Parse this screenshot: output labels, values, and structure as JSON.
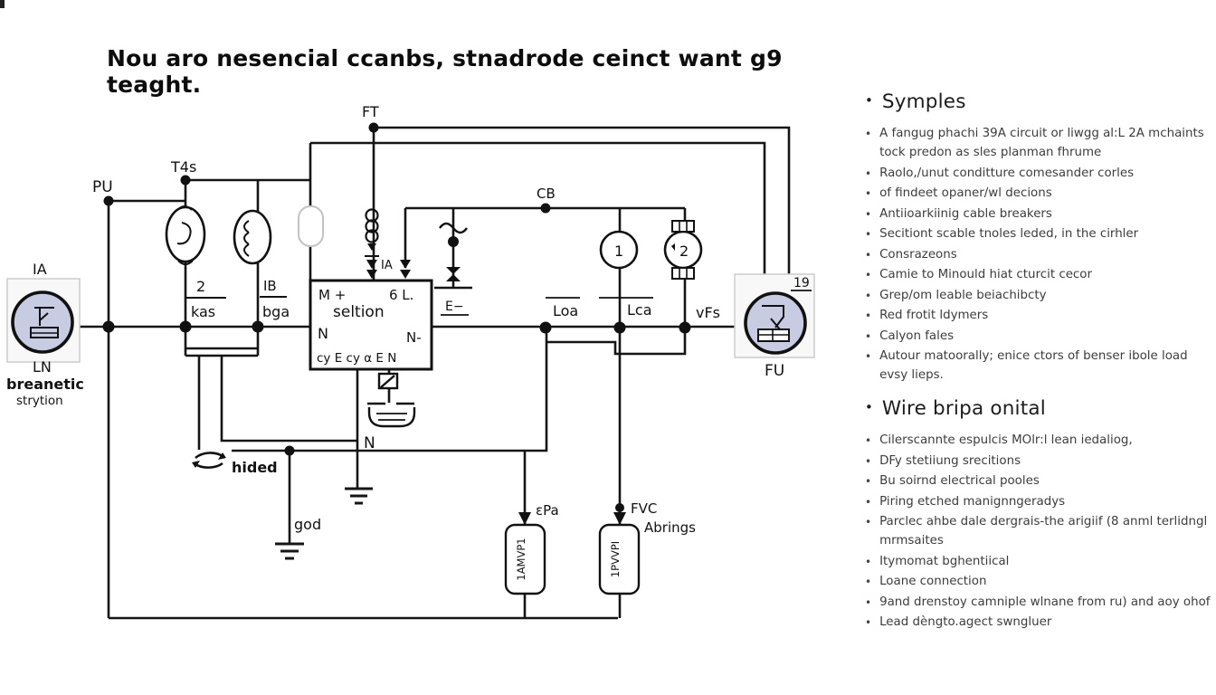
{
  "title": "Nou aro nesencial ccanbs, stnadrode ceinct want g9 teaght.",
  "colors": {
    "component_fill": "#c7cce3",
    "component_stroke": "#111111",
    "gray_box_fill": "#f8f8f8",
    "gray_box_border": "#cccccc",
    "wire": "#151515"
  },
  "diagram": {
    "labels": {
      "pu": "PU",
      "t4s": "T4s",
      "ft": "FT",
      "cb": "CB",
      "ia_left": "IA",
      "ln": "LN",
      "breanetic": "breanetic",
      "strytion": "strytion",
      "frac2": "2",
      "kas": "kas",
      "ib": "IB",
      "bga": "bga",
      "m_plus": "M +",
      "six_l": "6 L.",
      "seltion": "seltion",
      "n_left": "N",
      "n_right": "N-",
      "bottom_row": "cy  E  cy  α E  N",
      "ia_arrow": "IA",
      "e_minus": "E−",
      "loa": "Loa",
      "lca": "Lca",
      "vfs": "vFs",
      "nineteen": "19",
      "fu": "FU",
      "n_bell": "N",
      "hided": "hided",
      "god": "god",
      "epa": "εPa",
      "fvc": "FVC",
      "abrings": "Abrings",
      "circle1": "1",
      "circle2": "2",
      "box1_text": "1AMVP1",
      "box2_text": "1PVVPI"
    }
  },
  "right_panel": {
    "sections": [
      {
        "heading": "Symples",
        "items": [
          "A fangug phachi 39A circuit or liwgg al:L 2A mchaints tock predon as sles planman fhrume",
          "Raolo,/unut conditture comesander corles",
          "of findeet opaner/wl decions",
          "Antiioarkiinig cable breakers",
          "Secitiont scable tnoles leded, in the cirhler",
          "Consrazeons",
          "Camie to Minould hiat cturcit cecor",
          "Grep/om leable beiachibcty",
          "Red frotit ldymers",
          "Calyon fales",
          "Autour matoorally; enice ctors of benser ibole load evsy lieps."
        ]
      },
      {
        "heading": "Wire bripa onital",
        "items": [
          "Cilerscannte espulcis MOlr:l lean iedaliog,",
          "DFy stetiiung srecitions",
          "Bu soirnd electrical pooles",
          "Piring etched manignngeradys",
          "Parclec ahbe dale dergrais-the arigiif (8 anml terlidngl mrmsaites",
          "Itymomat bghentiical",
          "Loane connection",
          "9and drenstoy camniple wlnane from ru) and aoy ohof",
          "Lead dèngto.agect swngluer"
        ]
      }
    ]
  }
}
